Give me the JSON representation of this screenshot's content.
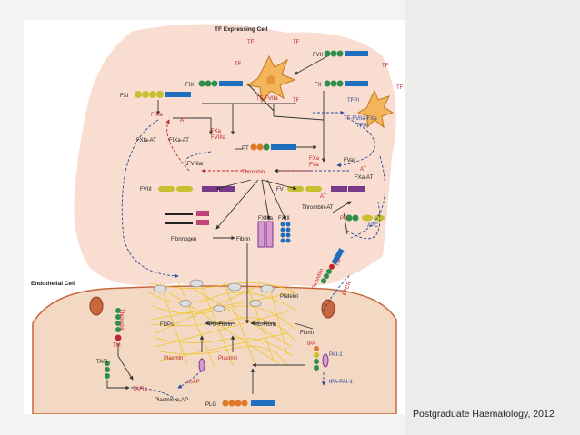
{
  "figure": {
    "cell_labels": {
      "tf_expressing_cell": "TF Expressing Cell",
      "endothelial_cell": "Endothelial Cell",
      "platelet": "Platelet"
    },
    "factors": {
      "tf": "TF",
      "fvii": "FVII",
      "fix": "FIX",
      "fx": "FX",
      "fxi": "FXI",
      "tf_fviia": "TF-FVIIa",
      "tfpi": "TFPI",
      "tf_fviia_fxa_tfpi": "TF-FVIIa-FXa",
      "fxia": "FXIa",
      "at": "AT",
      "fxia_at": "FXIa-AT",
      "fixa_at": "FIXa-AT",
      "fxa_fviiia": "FXa",
      "fviiia": "FVIIIa",
      "fviiiai": "FVIIIai",
      "pt": "PT",
      "fxa_fva": "FXa",
      "fva": "FVa",
      "fvai": "FVai",
      "fxa_at": "FXa-AT",
      "thrombin": "Thrombin",
      "thrombin_at": "Thrombin-AT",
      "fviii": "FVIII",
      "fv": "FV",
      "fxiiia": "FXIIIa",
      "fxiii": "FXIII",
      "fibrinogen": "Fibrinogen",
      "fibrin": "Fibrin",
      "ps": "PS",
      "apc": "APC",
      "thrombomodulin": "Thrombomodulin",
      "tm": "TM",
      "epcr": "EPCR",
      "fdps": "FDPs",
      "pd_fibrin": "PD-Fibrin",
      "xl_fibrin": "XL-Fibrin",
      "tafi": "TAFI",
      "tafia": "TAFIa",
      "plasmin": "Plasmin",
      "plasmin_a2ap": "Plasmin-α₂AP",
      "a2ap": "α₂AP",
      "tpa": "tPA",
      "pai1": "PAI-1",
      "tpa_pai1": "tPA-PAI-1",
      "plg": "PLG"
    }
  },
  "citation": "Postgraduate Haematology, 2012",
  "colors": {
    "background_band": "#f8ddd0",
    "cell": "#f3d9c4",
    "fibrin": "#f0c41c",
    "red": "#c0262c",
    "blue": "#2a4a9a",
    "green": "#2f8f4a",
    "purple": "#7a3a8a"
  }
}
